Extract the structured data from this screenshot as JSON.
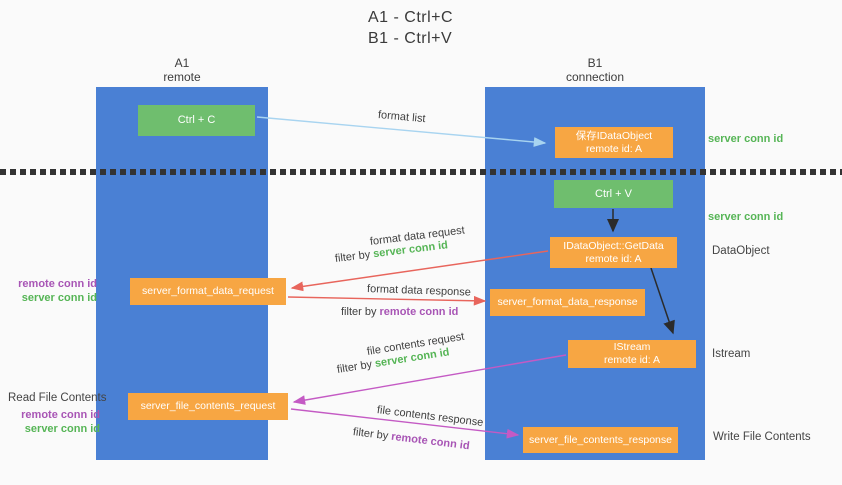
{
  "title": {
    "line1": "A1 - Ctrl+C",
    "line2": "B1 - Ctrl+V"
  },
  "lanes": {
    "left": {
      "name": "A1",
      "role": "remote"
    },
    "right": {
      "name": "B1",
      "role": "connection"
    }
  },
  "nodes": {
    "ctrl_c": {
      "label": "Ctrl + C"
    },
    "ctrl_v": {
      "label": "Ctrl + V"
    },
    "save_dataobject": {
      "line1": "保存IDataObject",
      "line2": "remote id: A"
    },
    "getdata": {
      "line1": "IDataObject::GetData",
      "line2": "remote id: A"
    },
    "istream": {
      "line1": "IStream",
      "line2": "remote id: A"
    },
    "server_format_data_request": {
      "label": "server_format_data_request"
    },
    "server_format_data_response": {
      "label": "server_format_data_response"
    },
    "server_file_contents_request": {
      "label": "server_file_contents_request"
    },
    "server_file_contents_response": {
      "label": "server_file_contents_response"
    }
  },
  "annotations": {
    "format_list": "format list",
    "server_conn_id_top": "server conn id",
    "server_conn_id_mid": "server conn id",
    "dataobject_side": "DataObject",
    "istream_side": "Istream",
    "read_file_contents": "Read File Contents",
    "write_file_contents": "Write File Contents",
    "left_mid": {
      "remote": "remote conn id",
      "server": "server conn id"
    },
    "left_bottom": {
      "remote": "remote conn id",
      "server": "server conn id"
    },
    "format_data_request": {
      "text": "format data request",
      "filter_prefix": "filter by ",
      "filter_id": "server conn id"
    },
    "format_data_response": {
      "text": "format data response",
      "filter_prefix": "filter by ",
      "filter_id": "remote conn id"
    },
    "file_contents_request": {
      "text": "file contents request",
      "filter_prefix": "filter by ",
      "filter_id": "server conn id"
    },
    "file_contents_response": {
      "text": "file contents response",
      "filter_prefix": "filter by ",
      "filter_id": "remote conn id"
    }
  },
  "colors": {
    "bg": "#fafafa",
    "column_blue": "#4a80d4",
    "green": "#6fbe6e",
    "orange": "#f7a643",
    "green_text": "#56b556",
    "purple_text": "#a855b5",
    "red_arrow": "#e8655c",
    "magenta_arrow": "#c45ac4",
    "blue_arrow": "#a8d4f0",
    "arrow_black": "#2b2b2b"
  }
}
